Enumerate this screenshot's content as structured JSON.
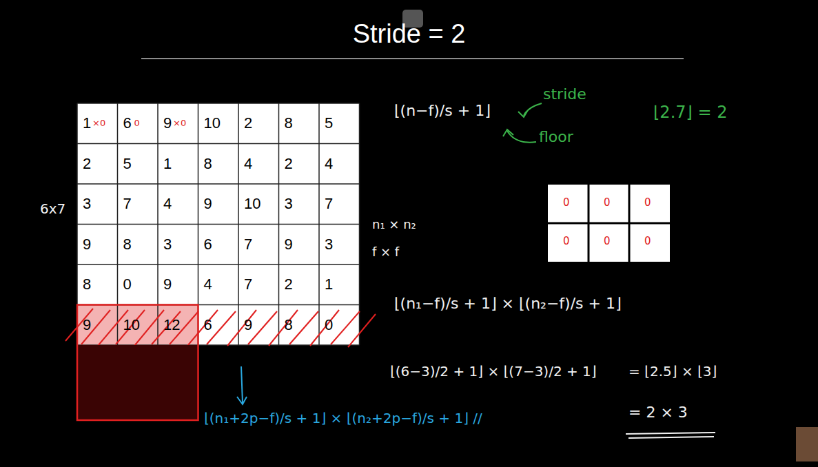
{
  "diagram": {
    "title": "Stride = 2",
    "labels": [
      "1",
      "6",
      "9",
      "10",
      "2",
      "8",
      "5",
      "2",
      "5",
      "1",
      "8",
      "4",
      "2",
      "4",
      "3",
      "7",
      "4",
      "9",
      "10",
      "3",
      "7",
      "9",
      "8",
      "3",
      "6",
      "7",
      "9",
      "3",
      "8",
      "0",
      "9",
      "4",
      "7",
      "2",
      "1",
      "9",
      "10",
      "12",
      "6",
      "9",
      "8",
      "0",
      "×0",
      "0",
      "×0",
      "6x7",
      "⌊(n−f)/s + 1⌋",
      "stride",
      "floor",
      "⌊2.7⌋ = 2",
      "0",
      "0",
      "0",
      "0",
      "0",
      "0",
      "n₁ × n₂",
      "f × f",
      "⌊(n₁−f)/s + 1⌋ × ⌊(n₂−f)/s + 1⌋",
      "⌊(6−3)/2 + 1⌋ × ⌊(7−3)/2 + 1⌋",
      "= ⌊2.5⌋ × ⌊3⌋",
      "= 2 × 3",
      "⌊(n₁+2p−f)/s + 1⌋ × ⌊(n₂+2p−f)/s + 1⌋ //"
    ]
  }
}
